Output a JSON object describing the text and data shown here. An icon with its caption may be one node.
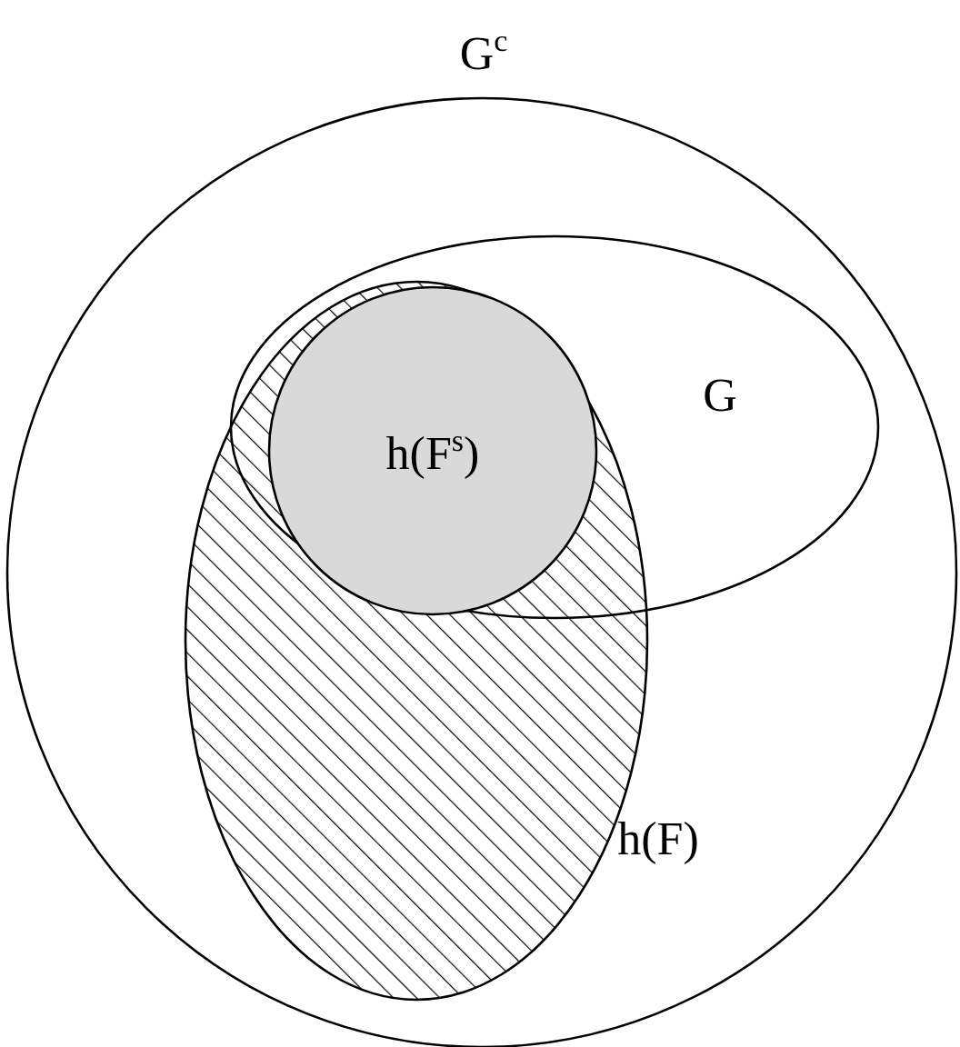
{
  "diagram": {
    "nodes": [
      {
        "text": [
          "G$^{c}$"
        ]
      },
      {
        "text": [
          "G"
        ],
        "in": 0
      },
      {
        "text": [
          "h(F)"
        ],
        "in": 0
      },
      {
        "text": [
          "h(F$^{s}$)"
        ]
      }
    ]
  }
}
